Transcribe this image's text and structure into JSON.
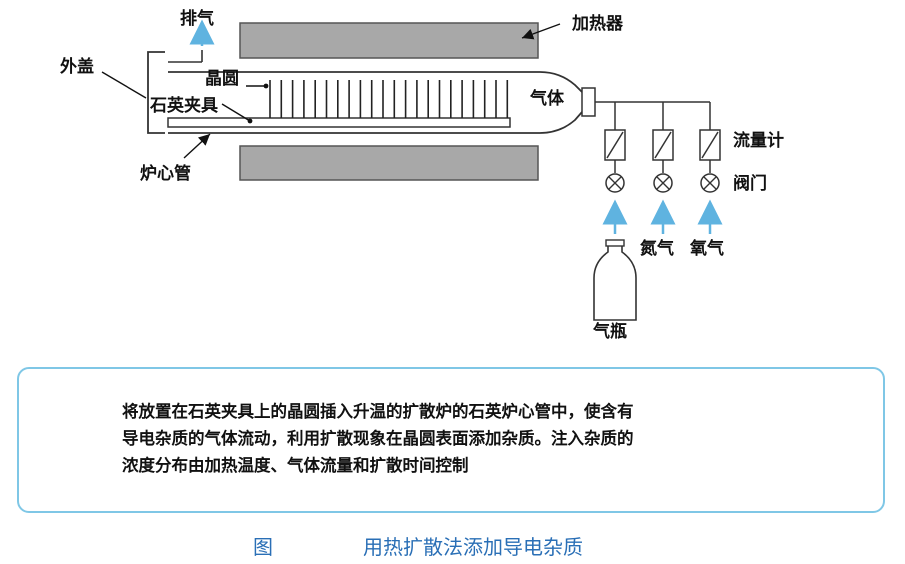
{
  "labels": {
    "exhaust": "排气",
    "heater": "加热器",
    "cover": "外盖",
    "wafer": "晶圆",
    "quartz_holder": "石英夹具",
    "gas": "气体",
    "furnace_tube": "炉心管",
    "flow_meter": "流量计",
    "valve": "阀门",
    "nitrogen": "氮气",
    "oxygen": "氧气",
    "gas_cylinder": "气瓶"
  },
  "description": {
    "line1": "将放置在石英夹具上的晶圆插入升温的扩散炉的石英炉心管中，使含有",
    "line2": "导电杂质的气体流动，利用扩散现象在晶圆表面添加杂质。注入杂质的",
    "line3": "浓度分布由加热温度、气体流量和扩散时间控制"
  },
  "caption": {
    "prefix": "图",
    "title": "用热扩散法添加导电杂质"
  },
  "colors": {
    "heater_fill": "#a8a8a8",
    "arrow": "#5fb3e0",
    "box_border": "#7fc7e6",
    "caption": "#2a6fb6"
  }
}
